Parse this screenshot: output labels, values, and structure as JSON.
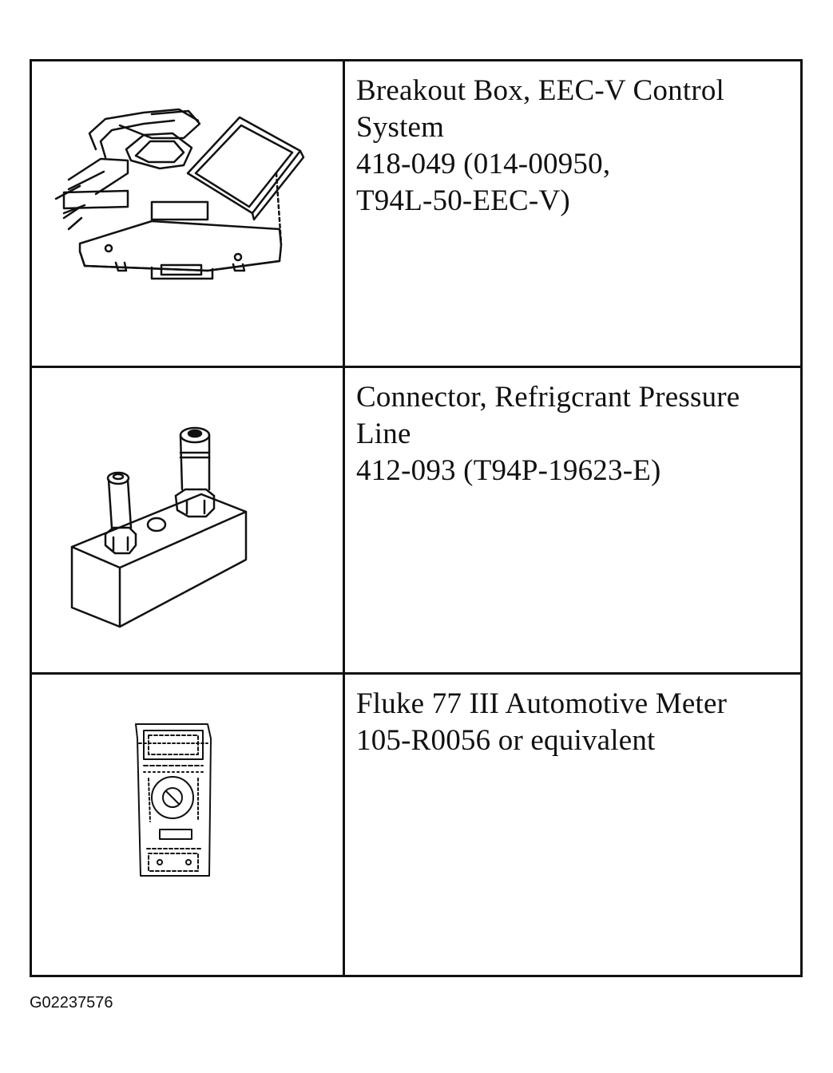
{
  "tools": [
    {
      "illustration": "breakout-box-illustration",
      "lines": [
        "Breakout Box, EEC-V Control",
        "System",
        "418-049 (014-00950,",
        "T94L-50-EEC-V)"
      ]
    },
    {
      "illustration": "refrigerant-connector-illustration",
      "lines": [
        "Connector, Refrigcrant Pressure",
        "Line",
        "412-093 (T94P-19623-E)"
      ]
    },
    {
      "illustration": "multimeter-illustration",
      "lines": [
        "Fluke 77 III Automotive Meter",
        "105-R0056 or equivalent"
      ]
    }
  ],
  "figure_id": "G02237576"
}
